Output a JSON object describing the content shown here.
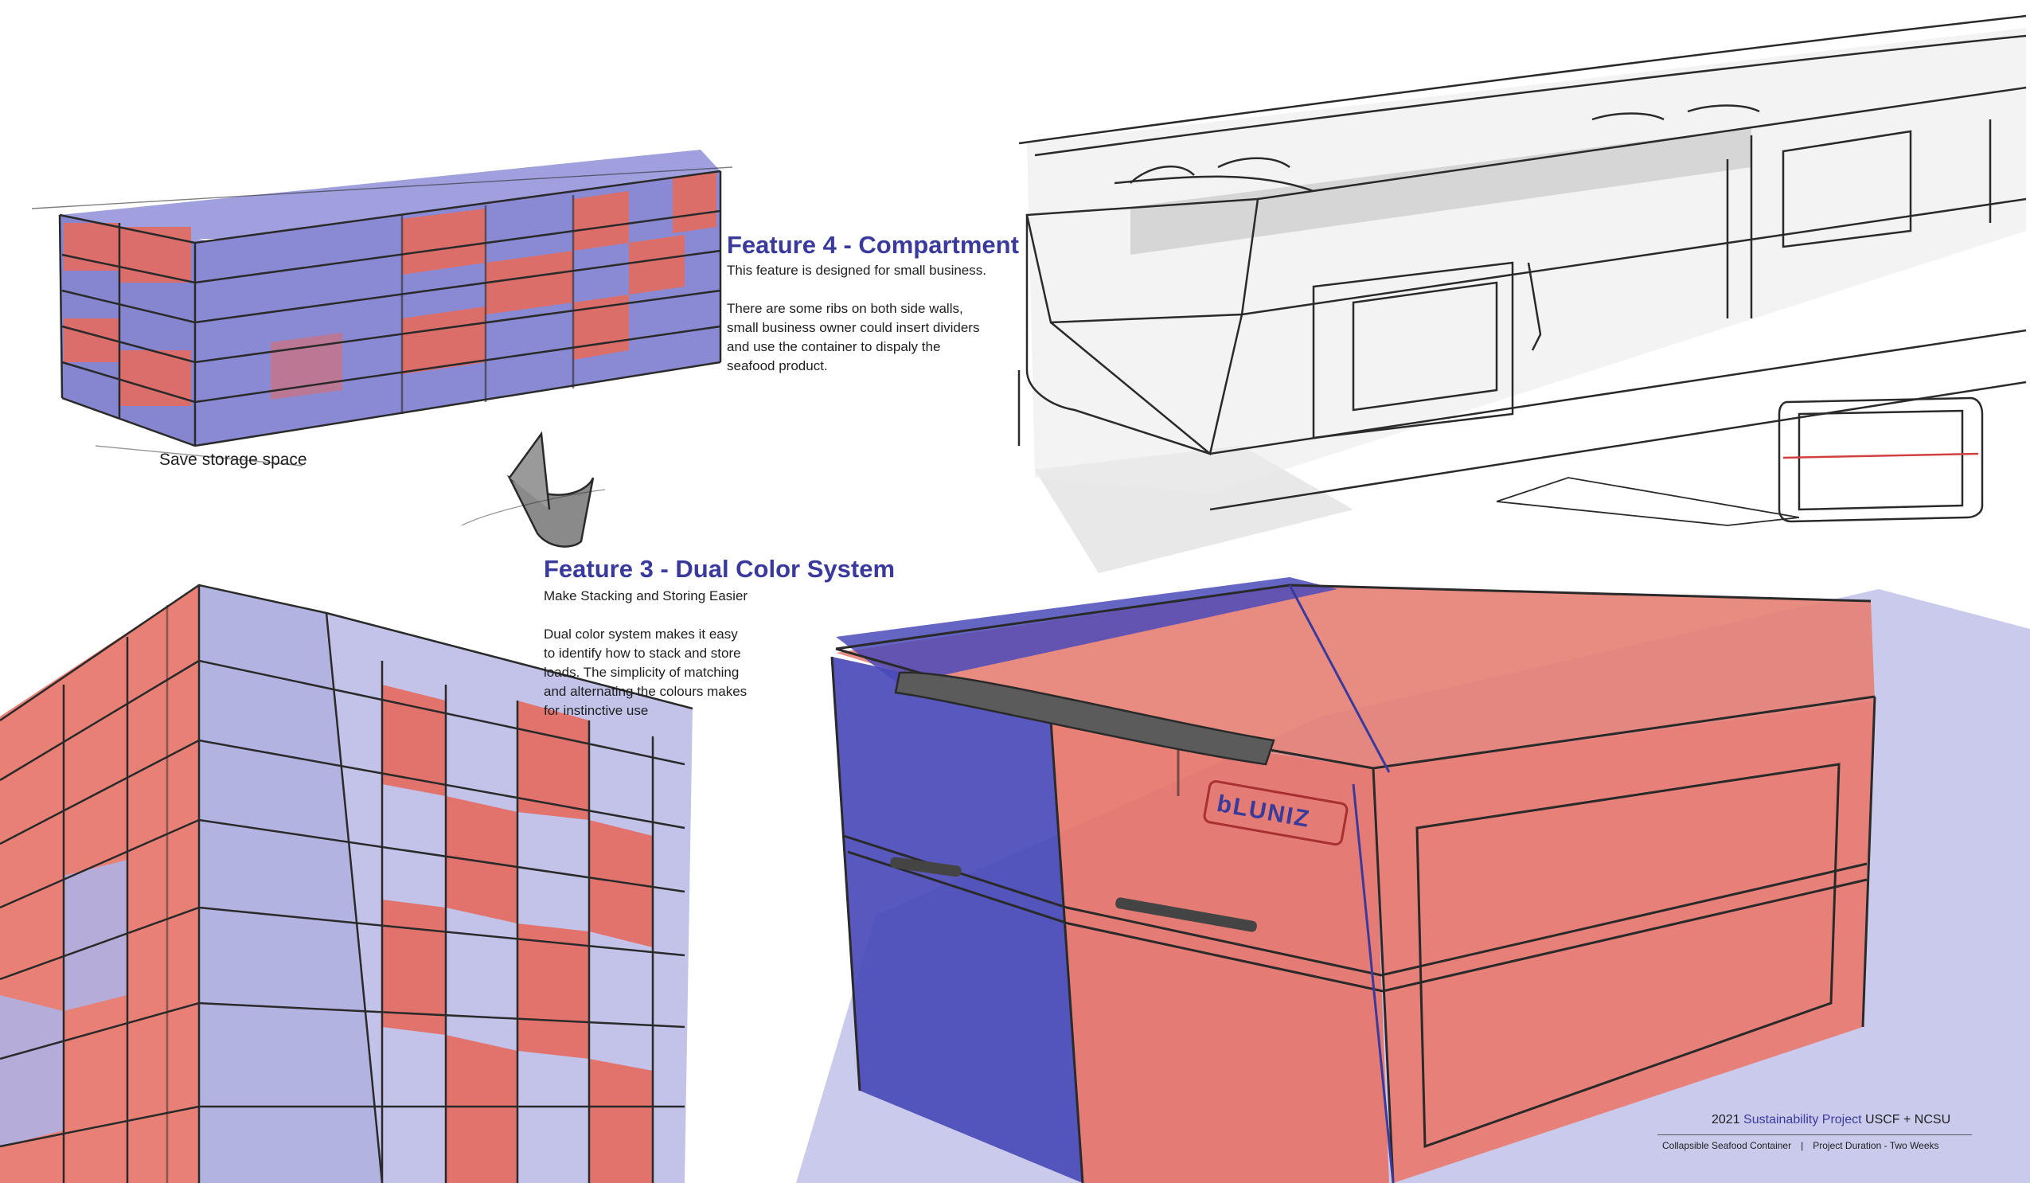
{
  "palette": {
    "accent_blue": "#3a3a9c",
    "container_red": "#e0675c",
    "container_blue": "#4a4ab8",
    "sketch_line": "#2a2a2a",
    "shadow_lavender": "#b8b8e6"
  },
  "features": {
    "compartment": {
      "title": "Feature 4 - Compartment",
      "subtitle": "This feature is designed for small business.",
      "body": "There are some ribs on both side walls,\nsmall business owner could insert dividers\nand use the container to dispaly the\nseafood product."
    },
    "dual_color": {
      "title": "Feature 3 - Dual Color System",
      "subtitle": "Make Stacking and Storing Easier",
      "body": "Dual color system makes it easy\nto identify how to stack and store\nloads.  The simplicity of matching\nand alternating the colours makes\nfor instinctive use"
    }
  },
  "captions": {
    "storage": "Save storage space"
  },
  "brand": {
    "logo_text": "bLUNIZ"
  },
  "footer": {
    "year": "2021",
    "project": "Sustainability Project",
    "partners": "USCF + NCSU",
    "product": "Collapsible Seafood Container",
    "separator": "|",
    "duration": "Project Duration - Two Weeks"
  },
  "icons": {
    "rotate_arrow": "curved-arrow-icon"
  }
}
